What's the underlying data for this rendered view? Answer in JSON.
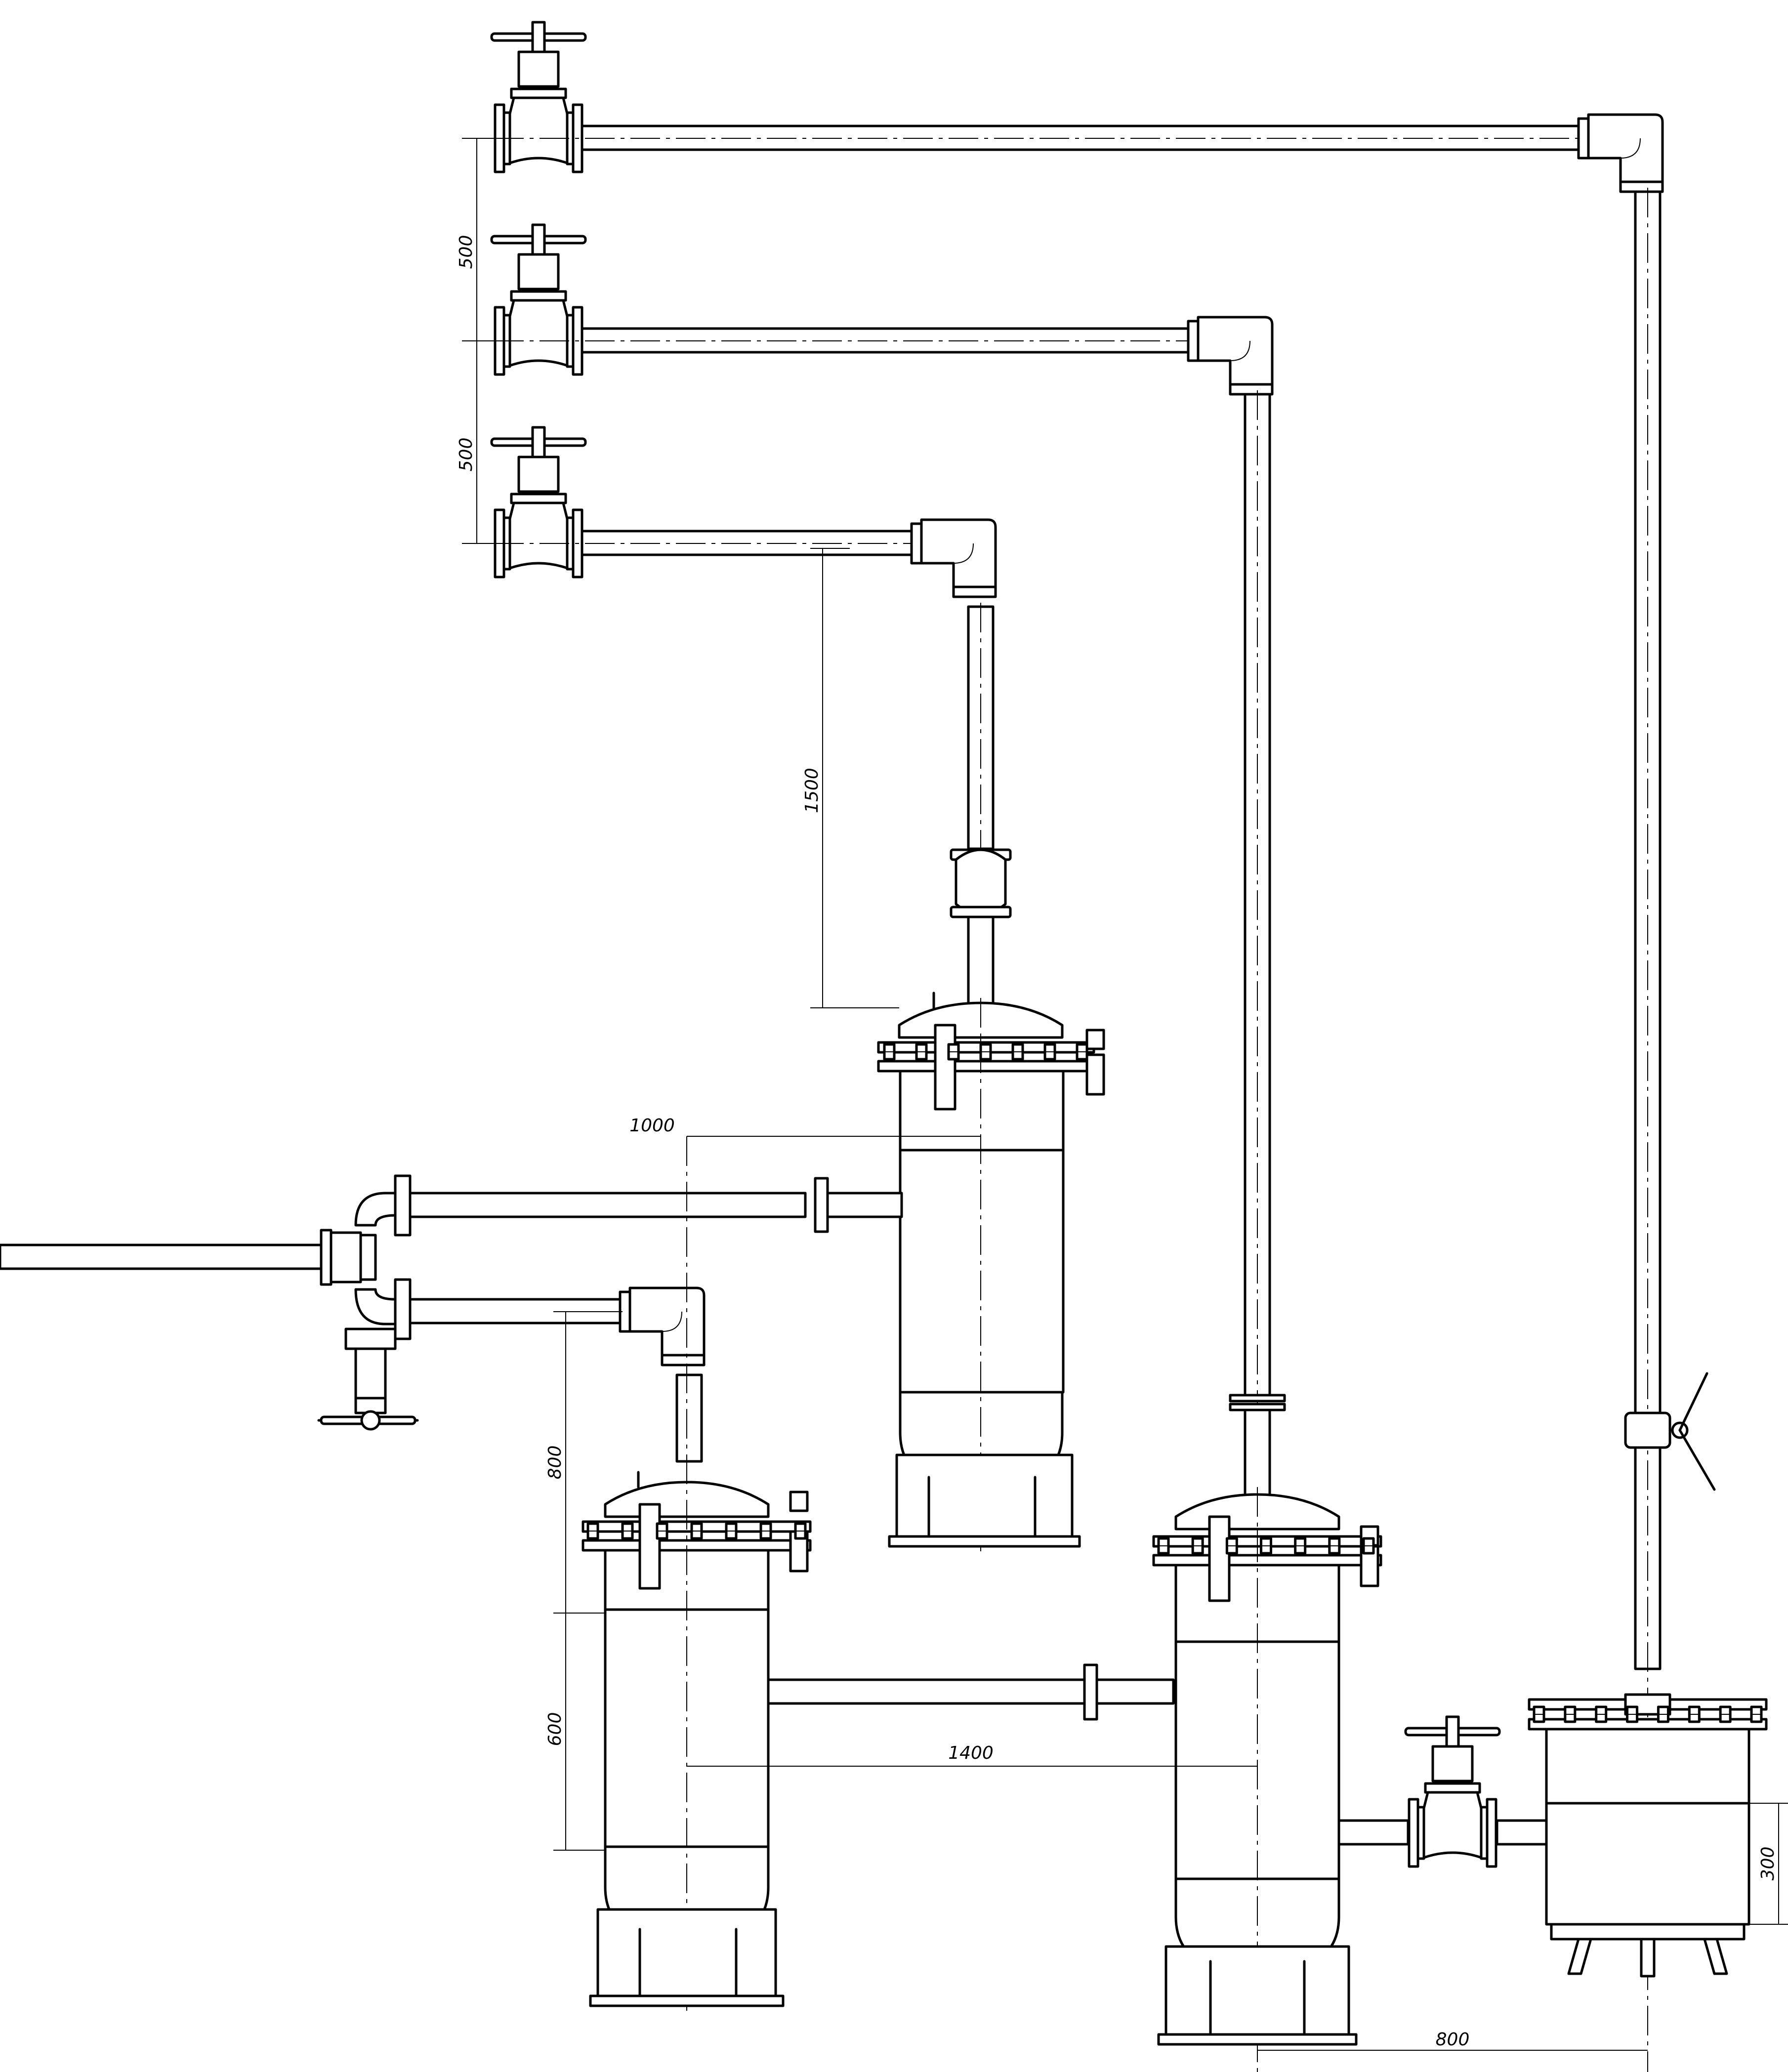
{
  "dimensions": {
    "valve_spacing_upper": "500",
    "valve_spacing_lower": "500",
    "riser_height": "1500",
    "offset_horizontal": "1000",
    "height_left": "800",
    "height_lower": "600",
    "tank_spacing": "1400",
    "separator_offset": "800",
    "separator_height": "300"
  },
  "colors": {
    "line": "#000000",
    "background": "#ffffff"
  }
}
